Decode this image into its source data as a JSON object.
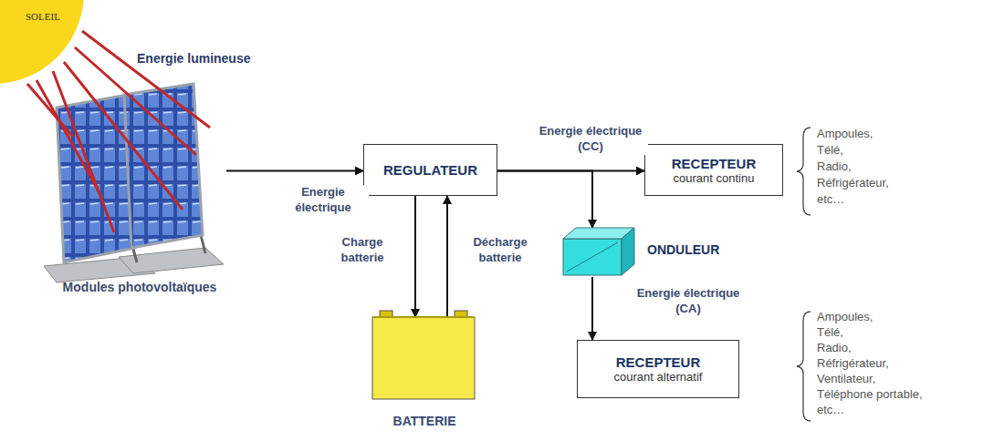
{
  "diagram": {
    "nodes": [
      {
        "text": [
          "SOLEIL"
        ]
      },
      {
        "text": [
          "Modules photovoltaïques"
        ]
      },
      {
        "text": [
          "REGULATEUR"
        ]
      },
      {
        "text": [
          "RECEPTEUR",
          "courant continu"
        ]
      },
      {
        "text": [
          "ONDULEUR"
        ]
      },
      {
        "text": [
          "RECEPTEUR",
          "courant alternatif"
        ]
      },
      {
        "text": [
          "BATTERIE"
        ]
      }
    ],
    "edges": [
      {
        "from": 1,
        "to": 2,
        "arrow": "to",
        "label": "Energie électrique"
      },
      {
        "from": 2,
        "to": 3,
        "arrow": "to",
        "label": "Energie électrique (CC)"
      },
      {
        "from": 2,
        "to": 4,
        "arrow": "to"
      },
      {
        "from": 4,
        "to": 5,
        "arrow": "to",
        "label": "Energie électrique (CA)"
      },
      {
        "from": 2,
        "to": 6,
        "arrow": "to",
        "label": "Charge batterie"
      },
      {
        "from": 6,
        "to": 2,
        "arrow": "to",
        "label": "Décharge batterie"
      }
    ],
    "labels": [
      "Energie lumineuse",
      "Ampoules,",
      "Télé,",
      "Radio,",
      "Réfrigérateur,",
      "etc…",
      "Ampoules,",
      "Télé,",
      "Radio,",
      "Réfrigérateur,",
      "Ventilateur,",
      "Téléphone portable,",
      "etc…"
    ]
  }
}
